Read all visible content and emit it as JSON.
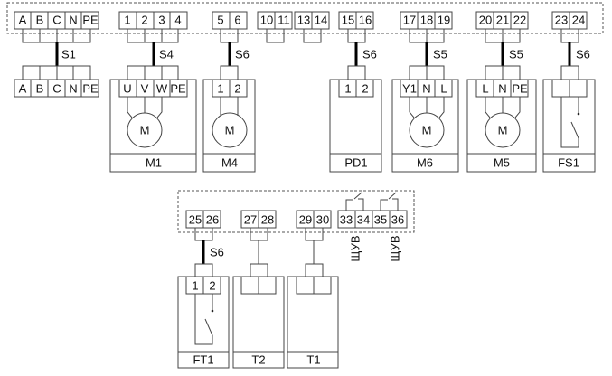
{
  "diagram": {
    "top_strip": {
      "groups": [
        {
          "terminals": [
            "A",
            "B",
            "C",
            "N",
            "PE"
          ]
        },
        {
          "terminals": [
            "1",
            "2",
            "3",
            "4"
          ]
        },
        {
          "terminals": [
            "5",
            "6"
          ]
        },
        {
          "terminals": [
            "10",
            "11"
          ]
        },
        {
          "terminals": [
            "13",
            "14"
          ]
        },
        {
          "terminals": [
            "15",
            "16"
          ]
        },
        {
          "terminals": [
            "17",
            "18",
            "19"
          ]
        },
        {
          "terminals": [
            "20",
            "21",
            "22"
          ]
        },
        {
          "terminals": [
            "23",
            "24"
          ]
        }
      ]
    },
    "cables": {
      "s1": "S1",
      "s4": "S4",
      "s6_m4": "S6",
      "s6_pd1": "S6",
      "s5_m6": "S5",
      "s5_m5": "S5",
      "s6_fs1": "S6",
      "s6_ft1": "S6"
    },
    "devices": {
      "ext_terminal": {
        "terminals": [
          "A",
          "B",
          "C",
          "N",
          "PE"
        ]
      },
      "m1": {
        "name": "M1",
        "terminals": [
          "U",
          "V",
          "W",
          "PE"
        ],
        "symbol": "M"
      },
      "m4": {
        "name": "M4",
        "terminals": [
          "1",
          "2"
        ],
        "symbol": "M"
      },
      "pd1": {
        "name": "PD1",
        "terminals": [
          "1",
          "2"
        ]
      },
      "m6": {
        "name": "M6",
        "terminals": [
          "Y1",
          "N",
          "L"
        ],
        "symbol": "M"
      },
      "m5": {
        "name": "M5",
        "terminals": [
          "L",
          "N",
          "PE"
        ],
        "symbol": "M"
      },
      "fs1": {
        "name": "FS1",
        "terminals": [
          "",
          ""
        ]
      },
      "ft1": {
        "name": "FT1",
        "terminals": [
          "1",
          "2"
        ]
      },
      "t2": {
        "name": "T2",
        "terminals": [
          "",
          ""
        ]
      },
      "t1": {
        "name": "T1",
        "terminals": [
          "",
          ""
        ]
      }
    },
    "bottom_strip": {
      "groups": [
        {
          "terminals": [
            "25",
            "26"
          ]
        },
        {
          "terminals": [
            "27",
            "28"
          ]
        },
        {
          "terminals": [
            "29",
            "30"
          ]
        },
        {
          "terminals": [
            "33",
            "34",
            "35",
            "36"
          ]
        }
      ],
      "relay_labels": [
        "ЩУВ",
        "ЩУВ"
      ]
    }
  }
}
